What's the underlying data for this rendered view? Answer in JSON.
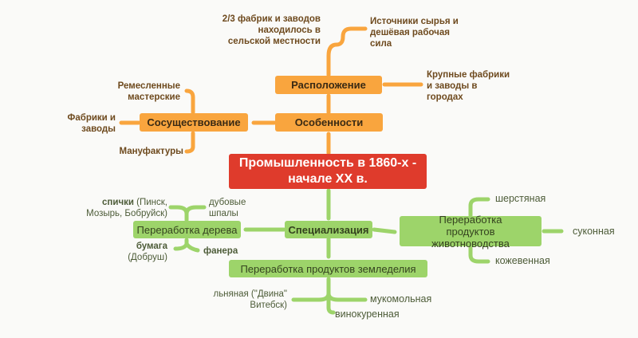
{
  "center": {
    "line1": "Промышленность в 1860-х -",
    "line2": "начале XX в."
  },
  "features": {
    "label": "Особенности",
    "location": {
      "label": "Расположение",
      "rural": "2/3 фабрик и заводов находилось в сельской местности",
      "sources": "Источники сырья и дешёвая рабочая сила",
      "cities": "Крупные фабрики и заводы в городах"
    },
    "coexistence": {
      "label": "Сосуществование",
      "crafts": "Ремесленные мастерские",
      "factories": "Фабрики и заводы",
      "manufactories": "Мануфактуры"
    }
  },
  "specialization": {
    "label": "Специализация",
    "wood": {
      "label": "Переработка дерева",
      "matches_bold": "спички",
      "matches_rest": " (Пинск, Мозырь, Бобруйск)",
      "sleepers": "дубовые шпалы",
      "paper_bold": "бумага",
      "paper_rest": "(Добруш)",
      "plywood": "фанера"
    },
    "agriculture": {
      "label": "Переработка продуктов земледелия",
      "linen": "льняная (\"Двина\" Витебск)",
      "flour": "мукомольная",
      "distilling": "винокуренная"
    },
    "livestock": {
      "label": "Переработка продуктов животноводства",
      "wool": "шерстяная",
      "cloth": "суконная",
      "leather": "кожевенная"
    }
  },
  "colors": {
    "orange": "#f9a53e",
    "green": "#9dd46a",
    "red": "#df3b2c"
  }
}
